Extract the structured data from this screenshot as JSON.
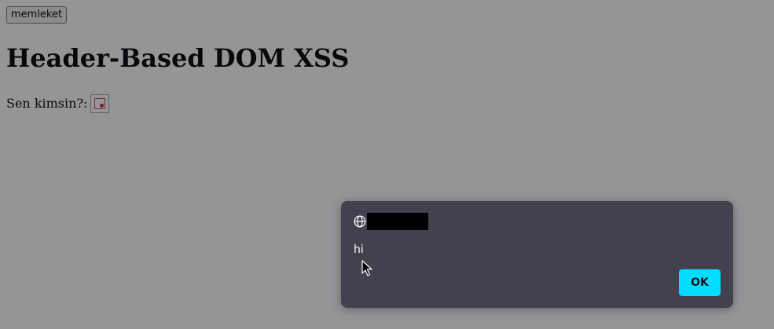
{
  "page": {
    "top_button_label": "memleket",
    "title": "Header-Based DOM XSS",
    "prompt_label": "Sen kimsin?:",
    "broken_image_icon": "broken-image-icon"
  },
  "dialog": {
    "origin_icon": "globe-icon",
    "message": "hi",
    "ok_label": "OK",
    "accent_color": "#00ddff",
    "background_color": "#42414d"
  }
}
